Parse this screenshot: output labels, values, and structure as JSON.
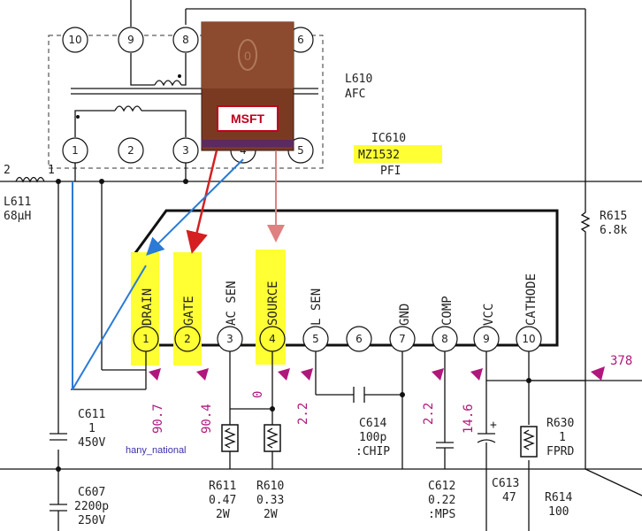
{
  "transformer": {
    "ref": "L610",
    "type": "AFC",
    "pins": [
      "10",
      "9",
      "8",
      "6",
      "1",
      "2",
      "3",
      "4",
      "5"
    ]
  },
  "mosfet": {
    "label": "MSFT",
    "glyph": "0"
  },
  "ic": {
    "ref": "IC610",
    "part": "MZ1532",
    "type": "PFI",
    "pins": [
      {
        "num": "1",
        "name": "DRAIN",
        "voltage": "90.7"
      },
      {
        "num": "2",
        "name": "GATE",
        "voltage": "90.4"
      },
      {
        "num": "3",
        "name": "AC SEN",
        "voltage": ""
      },
      {
        "num": "4",
        "name": "SOURCE",
        "voltage": "0"
      },
      {
        "num": "5",
        "name": "L SEN",
        "voltage": "2.2"
      },
      {
        "num": "6",
        "name": "",
        "voltage": ""
      },
      {
        "num": "7",
        "name": "GND",
        "voltage": ""
      },
      {
        "num": "8",
        "name": "COMP",
        "voltage": "2.2"
      },
      {
        "num": "9",
        "name": "VCC",
        "voltage": "14.6"
      },
      {
        "num": "10",
        "name": "CATHODE",
        "voltage": ""
      }
    ],
    "extra_voltage": "378"
  },
  "components": {
    "L611": {
      "ref": "L611",
      "value": "68μH",
      "pin_a": "2",
      "pin_b": "1"
    },
    "R615": {
      "ref": "R615",
      "value": "6.8k"
    },
    "C611": {
      "ref": "C611",
      "value": "1",
      "rating": "450V"
    },
    "C607": {
      "ref": "C607",
      "value": "2200p",
      "rating": "250V"
    },
    "C614": {
      "ref": "C614",
      "value": "100p",
      "note": ":CHIP"
    },
    "C612": {
      "ref": "C612",
      "value": "0.22",
      "note": ":MPS"
    },
    "C613": {
      "ref": "C613",
      "value": "47",
      "polarity": "+"
    },
    "R611": {
      "ref": "R611",
      "value": "0.47",
      "rating": "2W"
    },
    "R610": {
      "ref": "R610",
      "value": "0.33",
      "rating": "2W"
    },
    "R630": {
      "ref": "R630",
      "value": "1",
      "note": "FPRD"
    },
    "R614": {
      "ref": "R614",
      "value": "100"
    }
  },
  "credit": "hany_national",
  "colors": {
    "highlight": "#ffff33",
    "voltage": "#b0177c",
    "mosfet_body": "#7a3a22",
    "arrow_red": "#d42020",
    "arrow_pink": "#e08080",
    "arrow_blue": "#2a7ad6"
  }
}
